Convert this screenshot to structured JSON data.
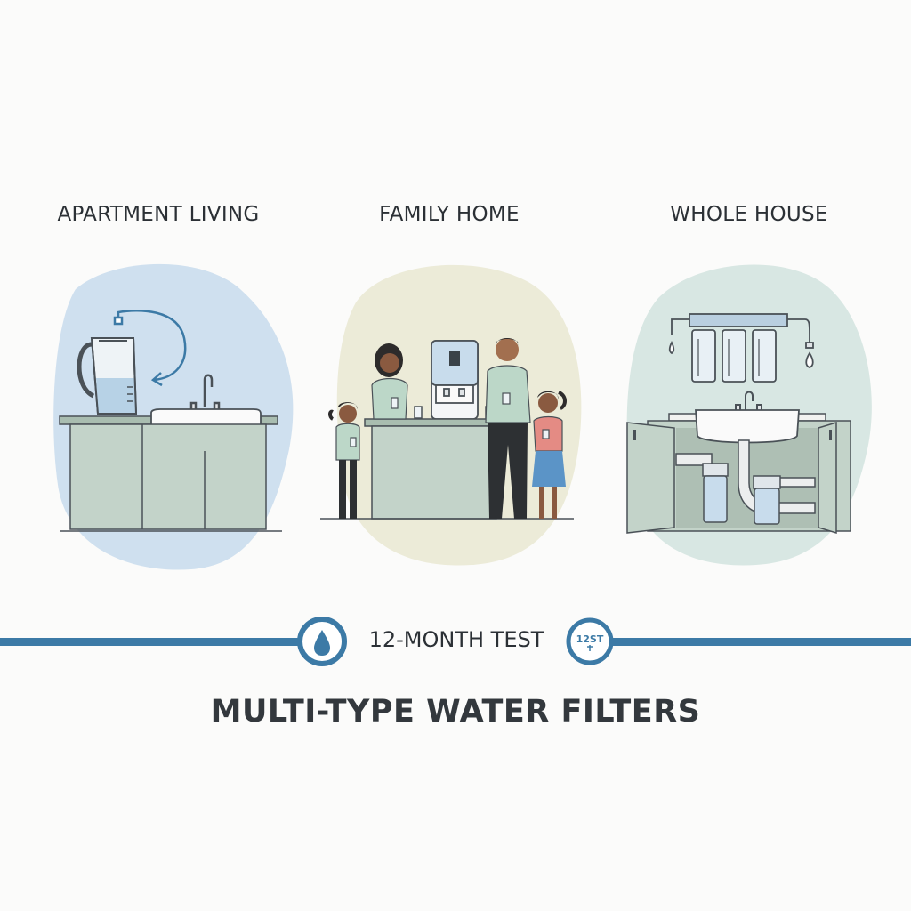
{
  "columns": [
    {
      "title": "APARTMENT LIVING",
      "accent": "#cfe0ef"
    },
    {
      "title": "FAMILY HOME",
      "accent": "#ecebd8"
    },
    {
      "title": "WHOLE HOUSE",
      "accent": "#d8e7e3"
    }
  ],
  "timeline": {
    "label": "12-MONTH TEST",
    "badge_text": "12ST",
    "left_icon": "water-drop-icon",
    "right_icon": "test-badge-icon",
    "color": "#3c7aa6"
  },
  "headline": "MULTI-TYPE WATER FILTERS",
  "colors": {
    "cabinet": "#c3d3c9",
    "outline": "#4a5157",
    "accent_blue": "#3c7aa6"
  }
}
